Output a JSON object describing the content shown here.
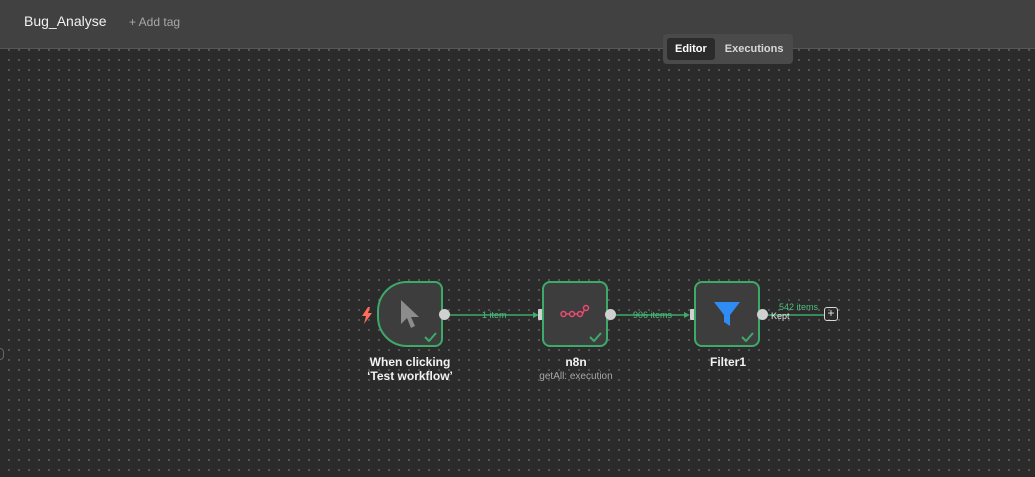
{
  "header": {
    "workflow_name": "Bug_Analyse",
    "add_tag_label": "+ Add tag"
  },
  "tabs": [
    {
      "label": "Editor",
      "active": true
    },
    {
      "label": "Executions",
      "active": false
    }
  ],
  "nodes": [
    {
      "name": "When clicking ‘Test workflow’",
      "subtitle": "",
      "icon": "cursor-icon",
      "status": "success"
    },
    {
      "name": "n8n",
      "subtitle": "getAll: execution",
      "icon": "n8n-logo-icon",
      "status": "success"
    },
    {
      "name": "Filter1",
      "subtitle": "",
      "icon": "filter-icon",
      "status": "success"
    }
  ],
  "connections": [
    {
      "label": "1 item"
    },
    {
      "label": "906 items"
    },
    {
      "label": "542 items",
      "output_name": "Kept"
    }
  ],
  "colors": {
    "success": "#3eaa6a",
    "trigger_bolt": "#ff6d5a",
    "n8n_brand": "#ea4b71",
    "filter_blue": "#2f8cf5"
  }
}
